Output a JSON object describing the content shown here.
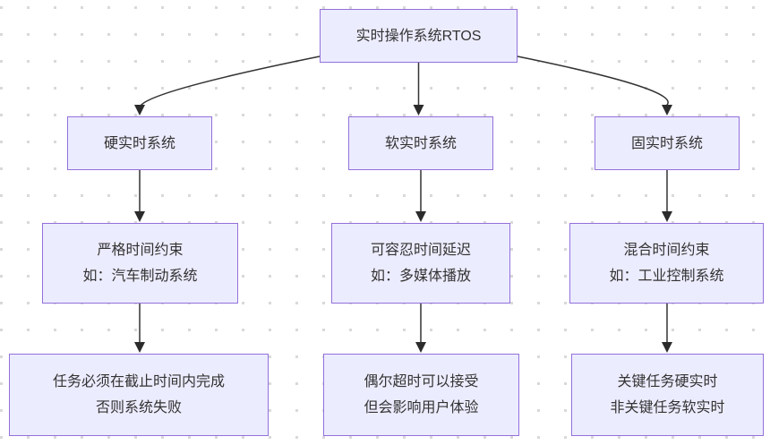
{
  "diagram": {
    "type": "flowchart",
    "direction": "top-down",
    "colors": {
      "node_fill": "#ECECFF",
      "node_border": "#9370DB",
      "edge_color": "#333333",
      "text_color": "#333333",
      "background_dot_color": "#d9d9d9",
      "background_color": "#ffffff"
    },
    "nodes": {
      "root": {
        "label": "实时操作系统RTOS"
      },
      "hard": {
        "label": "硬实时系统"
      },
      "soft": {
        "label": "软实时系统"
      },
      "firm": {
        "label": "固实时系统"
      },
      "hard_desc": {
        "line1": "严格时间约束",
        "line2": "如：汽车制动系统"
      },
      "soft_desc": {
        "line1": "可容忍时间延迟",
        "line2": "如：多媒体播放"
      },
      "firm_desc": {
        "line1": "混合时间约束",
        "line2": "如：工业控制系统"
      },
      "hard_outcome": {
        "line1": "任务必须在截止时间内完成",
        "line2": "否则系统失败"
      },
      "soft_outcome": {
        "line1": "偶尔超时可以接受",
        "line2": "但会影响用户体验"
      },
      "firm_outcome": {
        "line1": "关键任务硬实时",
        "line2": "非关键任务软实时"
      }
    },
    "edges": [
      {
        "from": "root",
        "to": "hard"
      },
      {
        "from": "root",
        "to": "soft"
      },
      {
        "from": "root",
        "to": "firm"
      },
      {
        "from": "hard",
        "to": "hard_desc"
      },
      {
        "from": "soft",
        "to": "soft_desc"
      },
      {
        "from": "firm",
        "to": "firm_desc"
      },
      {
        "from": "hard_desc",
        "to": "hard_outcome"
      },
      {
        "from": "soft_desc",
        "to": "soft_outcome"
      },
      {
        "from": "firm_desc",
        "to": "firm_outcome"
      }
    ]
  }
}
